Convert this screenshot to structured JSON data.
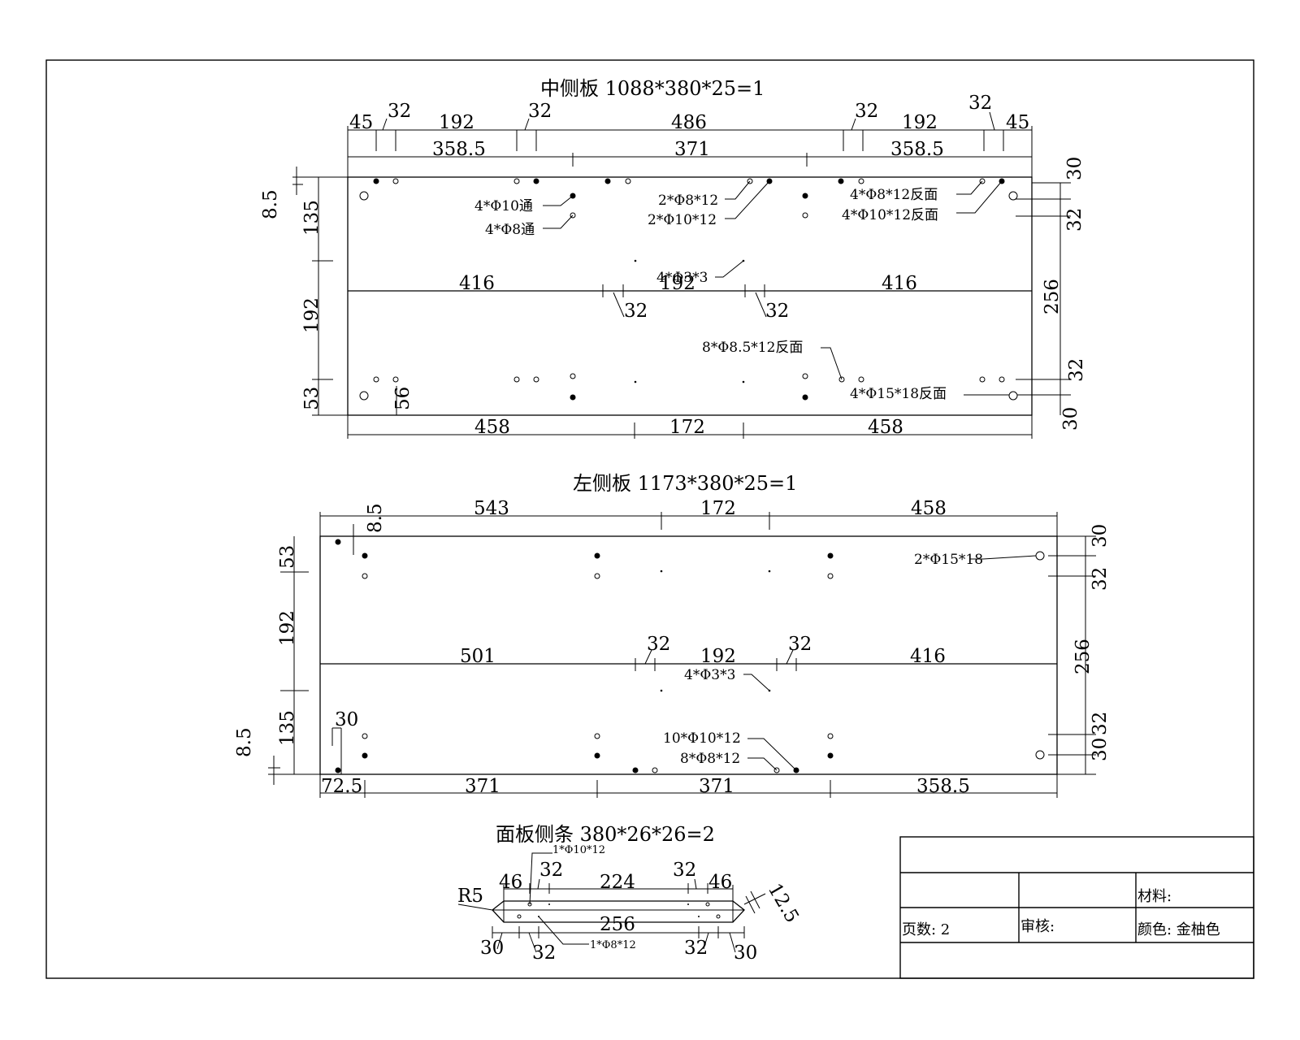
{
  "colors": {
    "ink": "#000000",
    "paper": "#ffffff"
  },
  "panel_top": {
    "title": "中侧板 1088*380*25=1",
    "top_dims_row1": [
      "45",
      "32",
      "192",
      "32",
      "486",
      "32",
      "192",
      "32",
      "45"
    ],
    "top_dims_row2": [
      "358.5",
      "371",
      "358.5"
    ],
    "left_dims": [
      "8.5",
      "135",
      "192",
      "53",
      "56"
    ],
    "right_dims": [
      "30",
      "32",
      "256",
      "32",
      "30"
    ],
    "mid_dims": [
      "416",
      "32",
      "192",
      "32",
      "416"
    ],
    "bottom_dims": [
      "458",
      "172",
      "458"
    ],
    "annotations": {
      "a1": "4*Φ10通",
      "a2": "4*Φ8通",
      "a3": "2*Φ8*12",
      "a4": "2*Φ10*12",
      "a5": "4*Φ8*12反面",
      "a6": "4*Φ10*12反面",
      "a7": "4*Φ3*3",
      "a8": "8*Φ8.5*12反面",
      "a9": "4*Φ15*18反面"
    }
  },
  "panel_bottom": {
    "title": "左侧板 1173*380*25=1",
    "top_dims": [
      "8.5",
      "543",
      "172",
      "458"
    ],
    "left_dims": [
      "53",
      "192",
      "135",
      "8.5",
      "30"
    ],
    "right_dims": [
      "30",
      "32",
      "256",
      "32",
      "30"
    ],
    "mid_dims": [
      "501",
      "32",
      "192",
      "32",
      "416"
    ],
    "bottom_dims": [
      "72.5",
      "371",
      "371",
      "358.5"
    ],
    "annotations": {
      "a1": "2*Φ15*18",
      "a2": "4*Φ3*3",
      "a3": "10*Φ10*12",
      "a4": "8*Φ8*12"
    }
  },
  "strip": {
    "title": "面板侧条 380*26*26=2",
    "top_dims": [
      "46",
      "32",
      "224",
      "32",
      "46"
    ],
    "bottom_dims": [
      "30",
      "32",
      "256",
      "32",
      "30"
    ],
    "radius": "R5",
    "side_dim": "12.5",
    "annotations": {
      "a1": "1*Φ10*12",
      "a2": "1*Φ8*12"
    }
  },
  "title_block": {
    "material_label": "材料:",
    "pages_label": "页数: 2",
    "review_label": "审核:",
    "color_label": "颜色: 金柚色"
  }
}
